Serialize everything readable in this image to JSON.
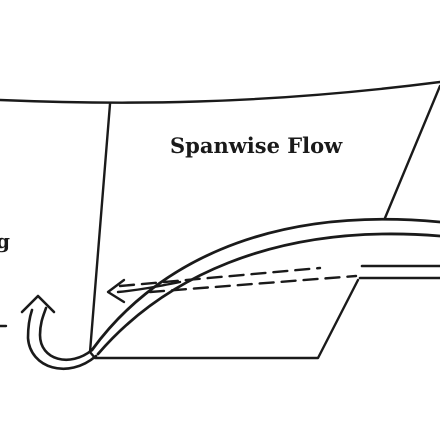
{
  "diagram": {
    "title": "Spanwise Flow",
    "cropped_left_fragment": "g",
    "colors": {
      "ink": "#1a1a1a",
      "background": "#ffffff"
    },
    "elements": [
      "wing-leading-edge",
      "wingtip-side-panel",
      "wingtip-planform",
      "spanwise-flow-streamlines",
      "dashed-chord-line",
      "tip-vortex-arrows"
    ]
  }
}
